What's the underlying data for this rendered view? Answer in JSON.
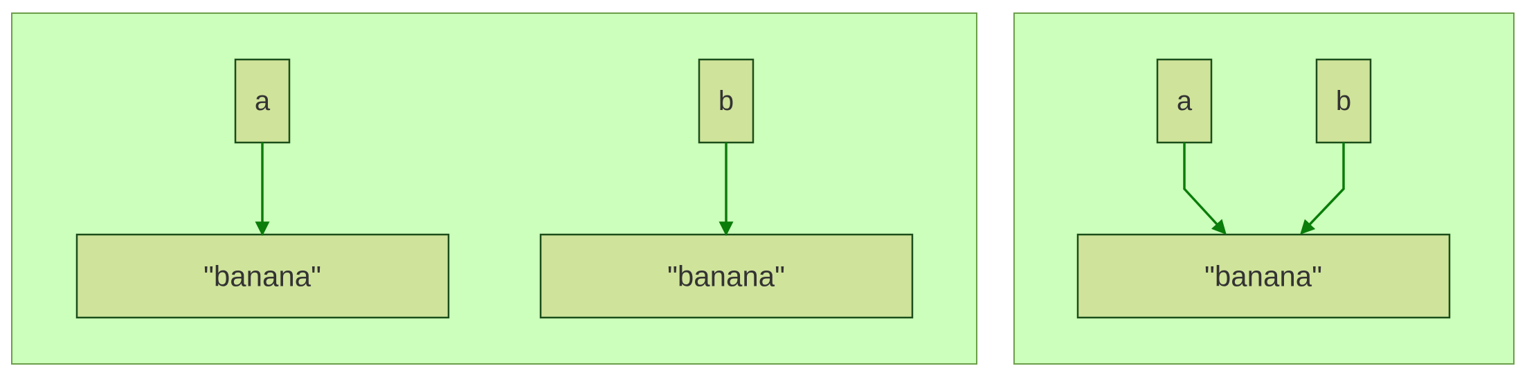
{
  "panels": [
    {
      "nodes": {
        "a": "a",
        "b": "b",
        "banana_1": "\"banana\"",
        "banana_2": "\"banana\""
      }
    },
    {
      "nodes": {
        "a": "a",
        "b": "b",
        "banana": "\"banana\""
      }
    }
  ],
  "colors": {
    "panel_fill": "#ccffbb",
    "node_fill": "#cfe39a",
    "edge": "#0a7d0a"
  }
}
